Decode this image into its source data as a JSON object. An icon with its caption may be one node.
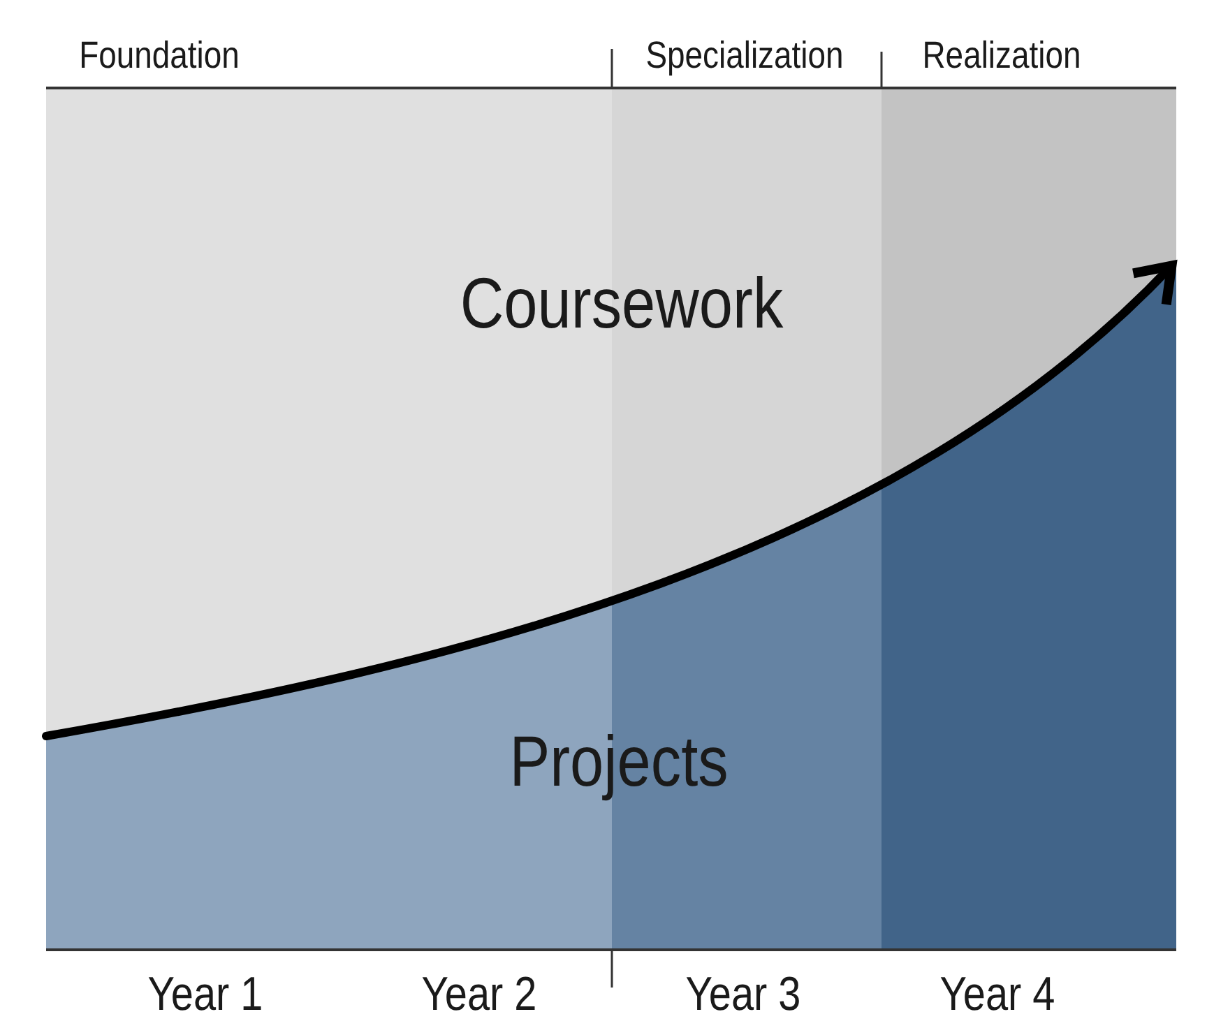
{
  "diagram": {
    "labels": [
      "Foundation",
      "Specialization",
      "Realization",
      "Coursework",
      "Projects",
      "Year 1",
      "Year 2",
      "Year 3",
      "Year 4"
    ]
  }
}
